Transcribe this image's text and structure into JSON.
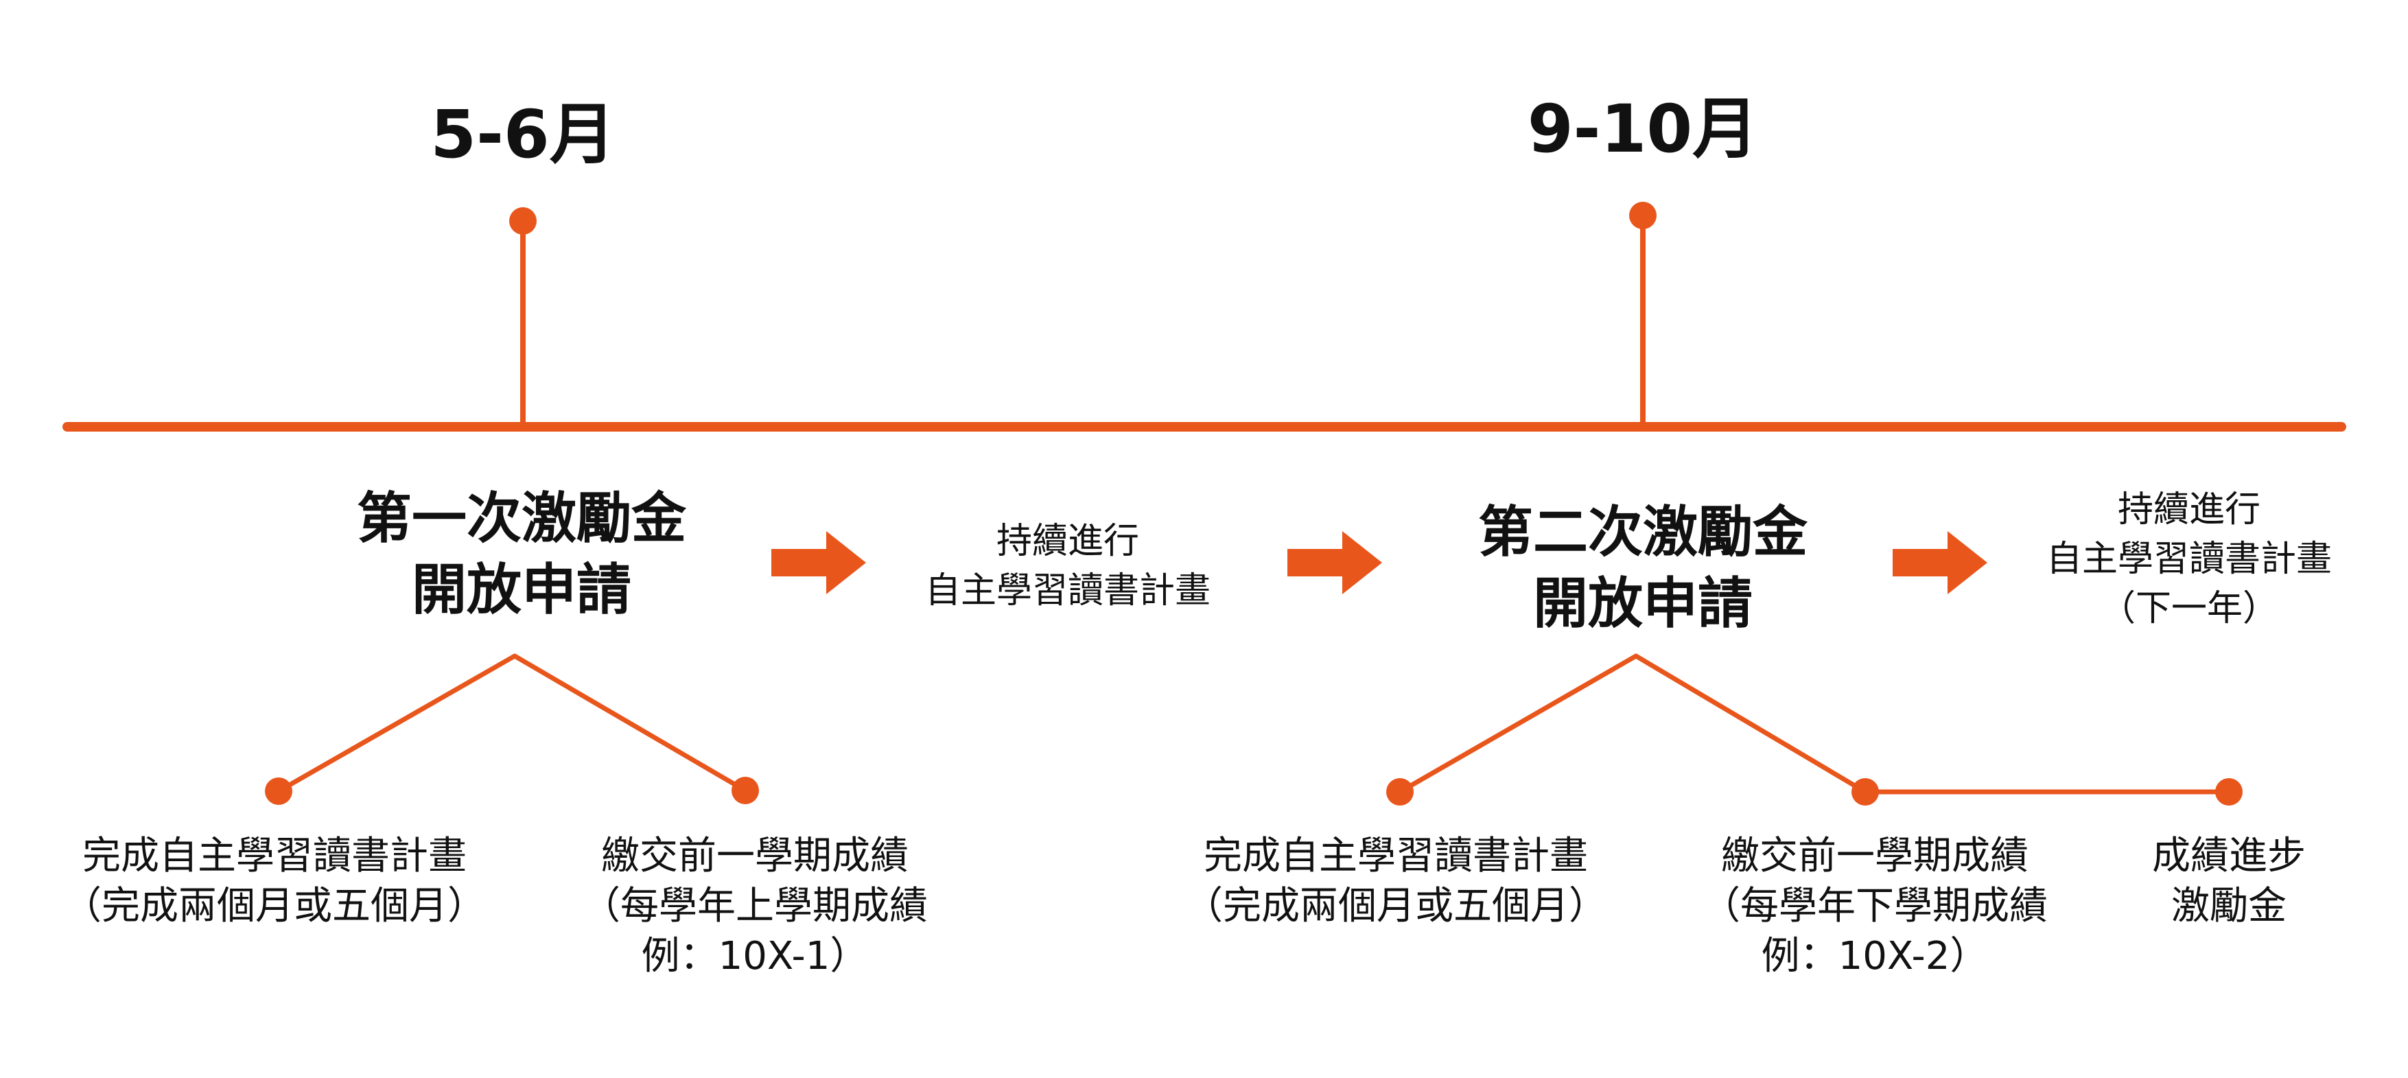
{
  "colors": {
    "accent": "#E8561C",
    "text": "#111111",
    "background": "#FFFFFF"
  },
  "periods": [
    {
      "label": "5-6月"
    },
    {
      "label": "9-10月"
    }
  ],
  "stages": [
    {
      "line1": "第一次激勵金",
      "line2": "開放申請"
    },
    {
      "line1": "第二次激勵金",
      "line2": "開放申請"
    }
  ],
  "continue_steps": [
    {
      "line1": "持續進行",
      "line2": "自主學習讀書計畫"
    },
    {
      "line1": "持續進行",
      "line2": "自主學習讀書計畫",
      "line3": "（下一年）"
    }
  ],
  "requirements": {
    "first": [
      {
        "line1": "完成自主學習讀書計畫",
        "line2": "（完成兩個月或五個月）"
      },
      {
        "line1": "繳交前一學期成績",
        "line2": "（每學年上學期成績",
        "line3": "例：10X-1）"
      }
    ],
    "second": [
      {
        "line1": "完成自主學習讀書計畫",
        "line2": "（完成兩個月或五個月）"
      },
      {
        "line1": "繳交前一學期成績",
        "line2": "（每學年下學期成績",
        "line3": "例：10X-2）"
      },
      {
        "line1": "成績進步",
        "line2": "激勵金"
      }
    ]
  },
  "icons": {
    "flow_arrow": "arrow-right-icon",
    "node": "circle-dot-icon"
  }
}
